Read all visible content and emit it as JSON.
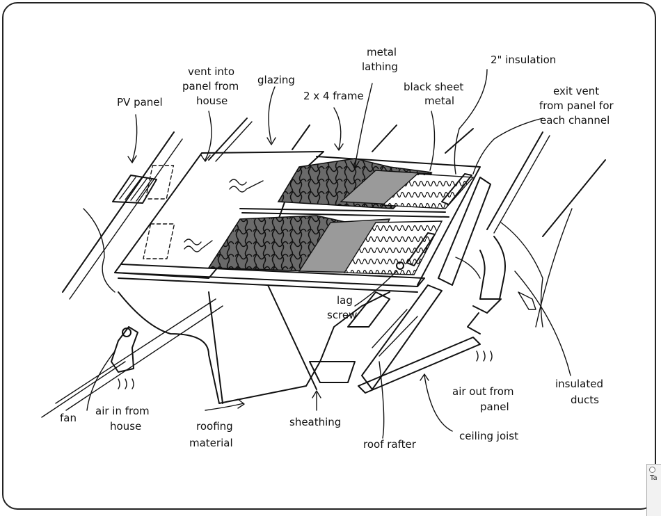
{
  "labels": {
    "pv_panel": "PV panel",
    "vent_into_1": "vent into",
    "vent_into_2": "panel from",
    "vent_into_3": "house",
    "glazing": "glazing",
    "frame": "2 x 4 frame",
    "metal_lathing_1": "metal",
    "metal_lathing_2": "lathing",
    "black_sheet_1": "black sheet",
    "black_sheet_2": "metal",
    "insulation": "2\" insulation",
    "exit_vent_1": "exit vent",
    "exit_vent_2": "from panel for",
    "exit_vent_3": "each channel",
    "lag_screw_1": "lag",
    "lag_screw_2": "screw",
    "fan": "fan",
    "air_in_1": "air in from",
    "air_in_2": "house",
    "roofing_1": "roofing",
    "roofing_2": "material",
    "sheathing": "sheathing",
    "roof_rafter": "roof rafter",
    "ceiling_joist": "ceiling joist",
    "air_out_1": "air out from",
    "air_out_2": "panel",
    "ducts_1": "insulated",
    "ducts_2": "ducts"
  },
  "edge_tab": "Ta",
  "colors": {
    "ink": "#111111",
    "shade_dark": "#555555",
    "shade_mid": "#8c8c8c",
    "shade_light": "#bdbdbd",
    "background": "#ffffff"
  }
}
